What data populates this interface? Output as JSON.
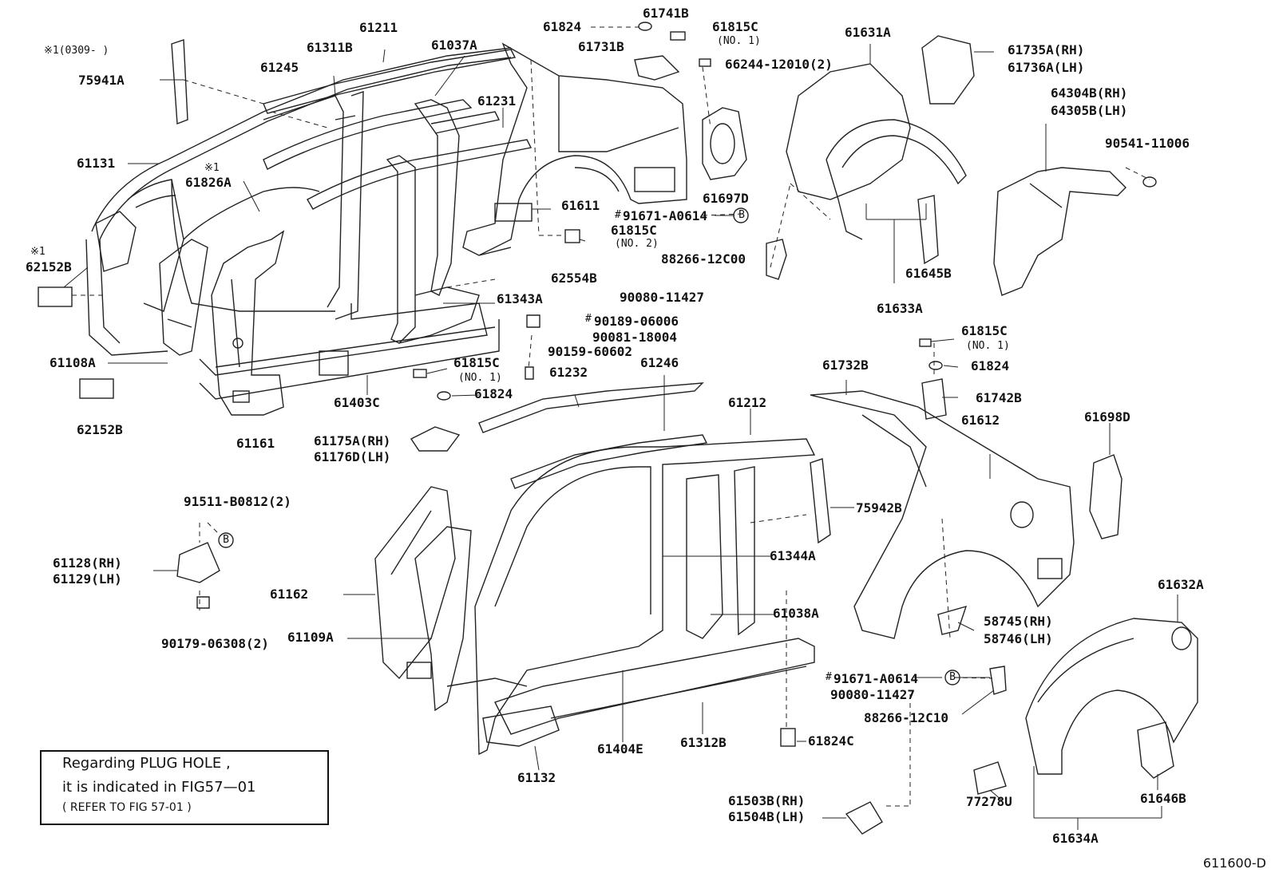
{
  "labels": {
    "l_75941A": "75941A",
    "l_61131": "61131",
    "l_62152B_1": "62152B",
    "l_62152B_2": "62152B",
    "l_61245": "61245",
    "l_61311B": "61311B",
    "l_61211": "61211",
    "l_61037A": "61037A",
    "l_61826A": "61826A",
    "l_61231": "61231",
    "l_61108A": "61108A",
    "l_61161": "61161",
    "l_61403C": "61403C",
    "l_61343A": "61343A",
    "l_62554B": "62554B",
    "l_61824_1": "61824",
    "l_61741B": "61741B",
    "l_61731B": "61731B",
    "l_61815C_1": "61815C",
    "l_66244": "66244-12010(2)",
    "l_61611": "61611",
    "l_61815C_2": "61815C",
    "l_61697D": "61697D",
    "l_61631A": "61631A",
    "l_61735A": "61735A(RH)",
    "l_61736A": "61736A(LH)",
    "l_64304B": "64304B(RH)",
    "l_64305B": "64305B(LH)",
    "l_90541": "90541-11006",
    "l_88266_1": "88266-12C00",
    "l_91671_1": "91671-A0614",
    "l_90080_1": "90080-11427",
    "l_61645B": "61645B",
    "l_61633A": "61633A",
    "l_90189": "90189-06006",
    "l_90081": "90081-18004",
    "l_90159": "90159-60602",
    "l_61815C_3": "61815C",
    "l_61824_2": "61824",
    "l_61175A": "61175A(RH)",
    "l_61176D": "61176D(LH)",
    "l_61232": "61232",
    "l_61246": "61246",
    "l_61212": "61212",
    "l_61732B": "61732B",
    "l_61815C_4": "61815C",
    "l_61824_3": "61824",
    "l_61742B": "61742B",
    "l_61612": "61612",
    "l_61698D": "61698D",
    "l_75942B": "75942B",
    "l_61344A": "61344A",
    "l_61038A": "61038A",
    "l_91511": "91511-B0812(2)",
    "l_61128": "61128(RH)",
    "l_61129": "61129(LH)",
    "l_61162": "61162",
    "l_61109A": "61109A",
    "l_90179": "90179-06308(2)",
    "l_58745": "58745(RH)",
    "l_58746": "58746(LH)",
    "l_61632A": "61632A",
    "l_91671_2": "91671-A0614",
    "l_90080_2": "90080-11427",
    "l_88266_2": "88266-12C10",
    "l_61404E": "61404E",
    "l_61312B": "61312B",
    "l_61824C": "61824C",
    "l_61132": "61132",
    "l_61503B": "61503B(RH)",
    "l_61504B": "61504B(LH)",
    "l_77278U": "77278U",
    "l_61646B": "61646B",
    "l_61634A": "61634A"
  },
  "subnotes": {
    "no1_a": "(NO. 1)",
    "no2": "(NO. 2)",
    "no1_b": "(NO. 1)",
    "no1_c": "(NO. 1)",
    "star1_date": "※1(0309-    )",
    "star1_a": "※1",
    "star1_b": "※1",
    "hash_a": "#",
    "hash_b": "#",
    "hash_c": "#",
    "circle_b1": "B",
    "circle_b2": "B",
    "circle_b3": "B"
  },
  "note_box": {
    "line1": "Regarding PLUG HOLE ,",
    "line2": "it is indicated in FIG57—01",
    "line3": "(      REFER TO FIG 57-01        )"
  },
  "figure_ref": "611600-D"
}
